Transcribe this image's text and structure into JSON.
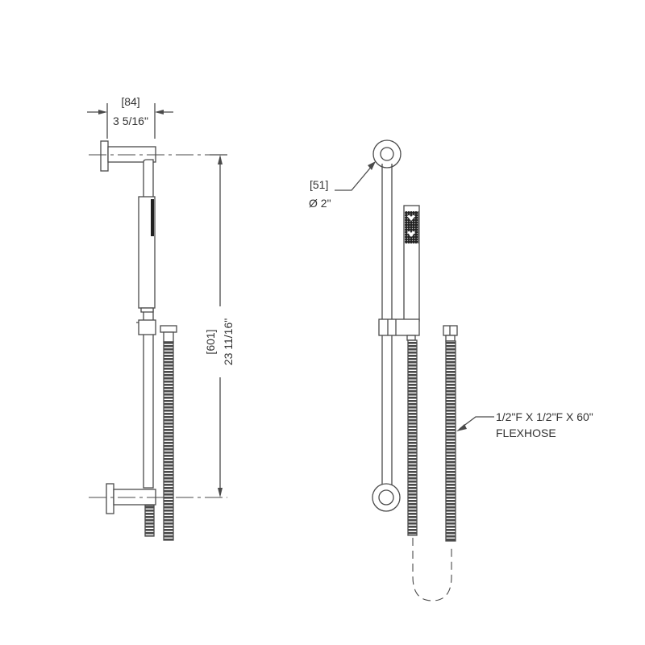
{
  "drawing": {
    "title": "Slide bar shower kit dimension drawing",
    "line_color": "#4a4a4a",
    "dimensions": {
      "width_mm": "[84]",
      "width_in": "3 5/16\"",
      "height_mm": "[601]",
      "height_in": "23 11/16\"",
      "diameter_mm": "[51]",
      "diameter_in": "Ø 2\""
    },
    "callouts": {
      "hose_spec": "1/2\"F X 1/2\"F X 60\"",
      "hose_name": "FLEXHOSE"
    },
    "views": [
      "side-view",
      "front-view"
    ]
  }
}
